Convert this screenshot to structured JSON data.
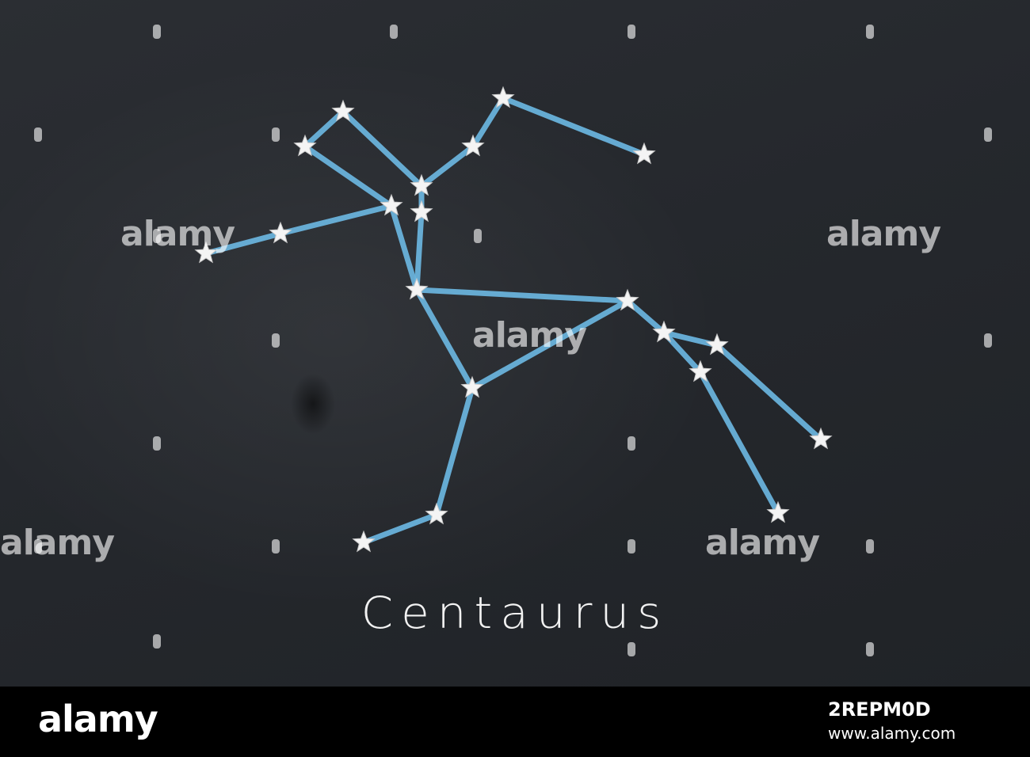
{
  "title": "Centaurus",
  "watermark": {
    "text": "alamy"
  },
  "footer": {
    "logo": "alamy",
    "image_id": "2REPM0D",
    "url": "www.alamy.com"
  },
  "colors": {
    "board": "#26292e",
    "line": "#6bb6e0",
    "star": "#f4f4f4",
    "text": "#f2f2f2"
  },
  "icons": [
    "star-icon",
    "alamy-logo-icon"
  ]
}
